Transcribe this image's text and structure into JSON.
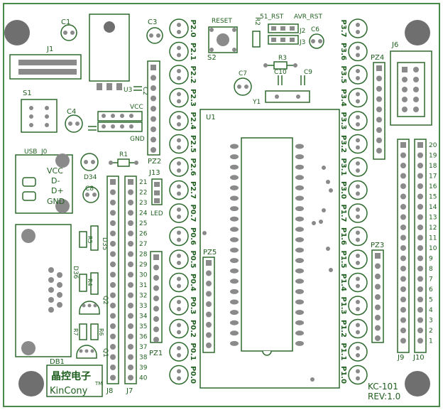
{
  "colors": {
    "outline": "#2d6a2d",
    "pad": "#8a8a8a",
    "hole": "#6f6f6f",
    "text": "#1f5f1f",
    "board_edge": "#4a8a4a"
  },
  "labels": {
    "c1": "C1",
    "j1": "J1",
    "s1": "S1",
    "c4": "C4",
    "c3": "C3",
    "c2": "C2",
    "u3": "U3",
    "vcc_hdr": "VCC",
    "gnd_hdr": "GND",
    "pz2": "PZ2",
    "usb": "USB",
    "j0": "J0",
    "vcc": "VCC",
    "dminus": "D-",
    "dplus": "D+",
    "gnd": "GND",
    "d34": "D34",
    "c8": "C8",
    "r1": "R1",
    "j13": "J13",
    "led": "LED",
    "d35": "D35",
    "r5": "R5",
    "d36": "D36",
    "r4": "R4",
    "q2": "Q2",
    "r7": "R7",
    "r6": "R6",
    "q1": "Q1",
    "db1": "DB1",
    "j8": "J8",
    "j7": "J7",
    "pz1": "PZ1",
    "reset": "RESET",
    "s2": "S2",
    "r2": "R2",
    "rst51": "51_RST",
    "avr_rst": "AVR_RST",
    "j2": "J2",
    "j3": "J3",
    "c6": "C6",
    "r3": "R3",
    "c7": "C7",
    "c10": "C10",
    "c9": "C9",
    "y1": "Y1",
    "u1": "U1",
    "pz5": "PZ5",
    "pz4": "PZ4",
    "j6": "J6",
    "pz3": "PZ3",
    "j9": "J9",
    "j10": "J10",
    "logo_cn": "晶控电子",
    "logo_en": "KinCony",
    "tm": "TM",
    "model": "KC-101",
    "rev": "REV:1.0"
  },
  "port_left": [
    "P2.0",
    "P2.1",
    "P2.2",
    "P2.3",
    "P2.4",
    "P2.5",
    "P2.6",
    "P2.7",
    "P0.7",
    "P0.6",
    "P0.5",
    "P0.4",
    "P0.3",
    "P0.2",
    "P0.1",
    "P0.0"
  ],
  "port_right": [
    "P3.7",
    "P3.6",
    "P3.5",
    "P3.4",
    "P3.3",
    "P3.2",
    "P3.1",
    "P3.0",
    "P1.7",
    "P1.6",
    "P1.5",
    "P1.4",
    "P1.3",
    "P1.2",
    "P1.1",
    "P1.0"
  ],
  "j7_numbers": [
    "21",
    "22",
    "23",
    "24",
    "25",
    "26",
    "27",
    "28",
    "29",
    "30",
    "31",
    "32",
    "33",
    "34",
    "35",
    "36",
    "37",
    "38",
    "39",
    "40"
  ],
  "j10_numbers": [
    "20",
    "19",
    "18",
    "17",
    "16",
    "15",
    "14",
    "13",
    "12",
    "11",
    "10",
    "9",
    "8",
    "7",
    "6",
    "5",
    "4",
    "3",
    "2",
    "1"
  ]
}
